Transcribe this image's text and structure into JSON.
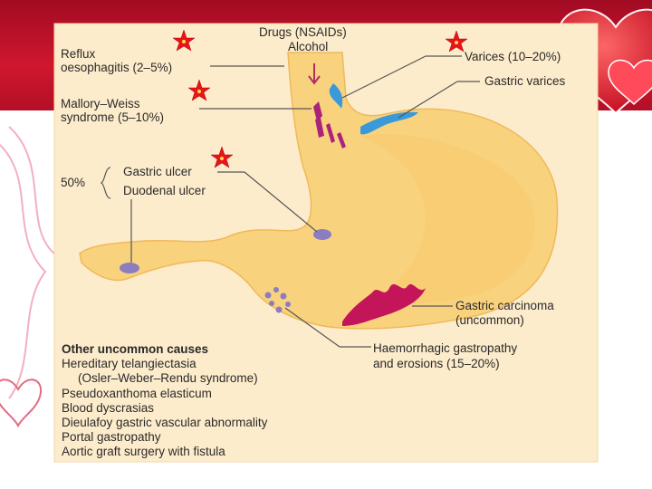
{
  "labels": {
    "drugs": "Drugs (NSAIDs)",
    "alcohol": "Alcohol",
    "reflux_line1": "Reflux",
    "reflux_line2": "oesophagitis (2–5%)",
    "mallory_line1": "Mallory–Weiss",
    "mallory_line2": "syndrome (5–10%)",
    "varices": "Varices (10–20%)",
    "gastric_varices": "Gastric varices",
    "percent_50": "50%",
    "gastric_ulcer": "Gastric ulcer",
    "duodenal_ulcer": "Duodenal ulcer",
    "carcinoma_line1": "Gastric carcinoma",
    "carcinoma_line2": "(uncommon)",
    "haemorrhagic_line1": "Haemorrhagic gastropathy",
    "haemorrhagic_line2": "and erosions (15–20%)"
  },
  "uncommon_causes": {
    "heading": "Other uncommon causes",
    "items": [
      "Hereditary telangiectasia",
      "(Osler–Weber–Rendu syndrome)",
      "Pseudoxanthoma elasticum",
      "Blood dyscrasias",
      "Dieulafoy gastric vascular abnormality",
      "Portal gastropathy",
      "Aortic graft surgery with fistula"
    ]
  },
  "colors": {
    "banner": "#c8102e",
    "panel": "#fdeccb",
    "stomach": "#f9d27e",
    "varices": "#3a9ad9",
    "lesion": "#a9237a",
    "ulcer": "#8c7cc0",
    "star": "#e8141b"
  }
}
